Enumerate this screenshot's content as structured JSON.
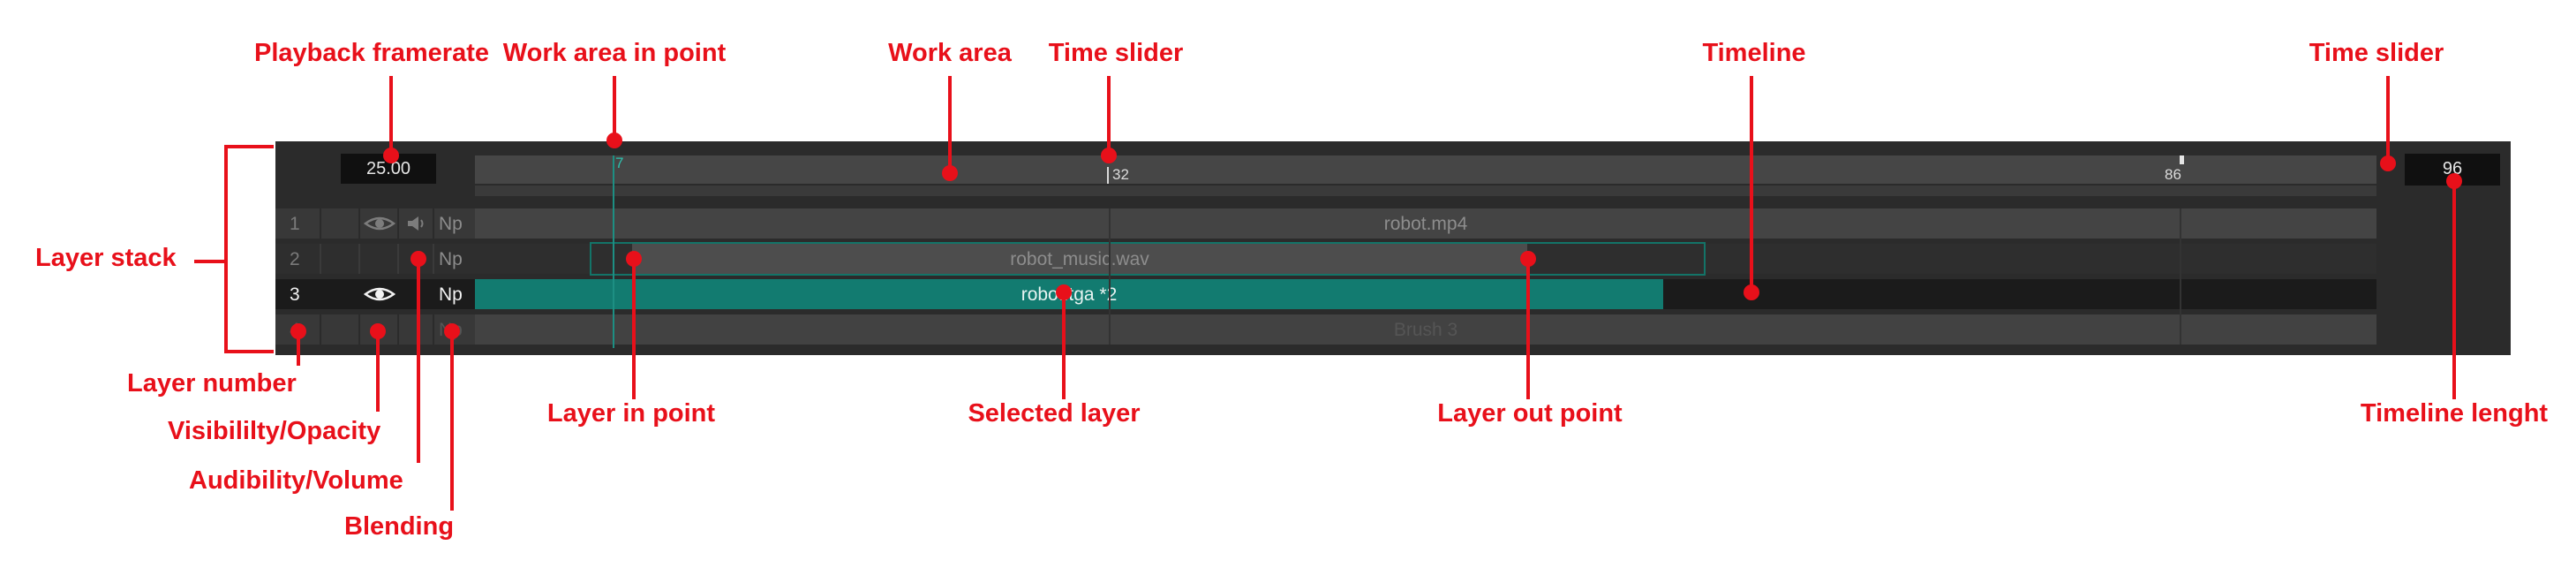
{
  "header": {
    "framerate": "25.00",
    "timeline_length": "96",
    "current_frame": "7",
    "markers": [
      "32",
      "86"
    ]
  },
  "layers": [
    {
      "number": "1",
      "blending": "Np",
      "clip": "robot.mp4"
    },
    {
      "number": "2",
      "blending": "Np",
      "clip": "robot_music.wav"
    },
    {
      "number": "3",
      "blending": "Np",
      "clip": "robot.tga *2"
    },
    {
      "number": "4",
      "blending": "Np",
      "clip": "Brush 3"
    }
  ],
  "annotations": {
    "playback_framerate": "Playback framerate",
    "work_area_in_point": "Work area in point",
    "work_area": "Work area",
    "time_slider": "Time slider",
    "timeline": "Timeline",
    "time_slider_right": "Time slider",
    "layer_stack": "Layer stack",
    "layer_number": "Layer number",
    "visibility_opacity": "Visibililty/Opacity",
    "audibility_volume": "Audibility/Volume",
    "blending": "Blending",
    "layer_in_point": "Layer in point",
    "selected_layer": "Selected layer",
    "layer_out_point": "Layer out point",
    "timeline_length": "Timeline lenght"
  },
  "colors": {
    "annotation": "#e8101a",
    "selected_clip": "#127b70",
    "panel_background": "#2b2b2b",
    "playhead": "#2ec2b0"
  }
}
